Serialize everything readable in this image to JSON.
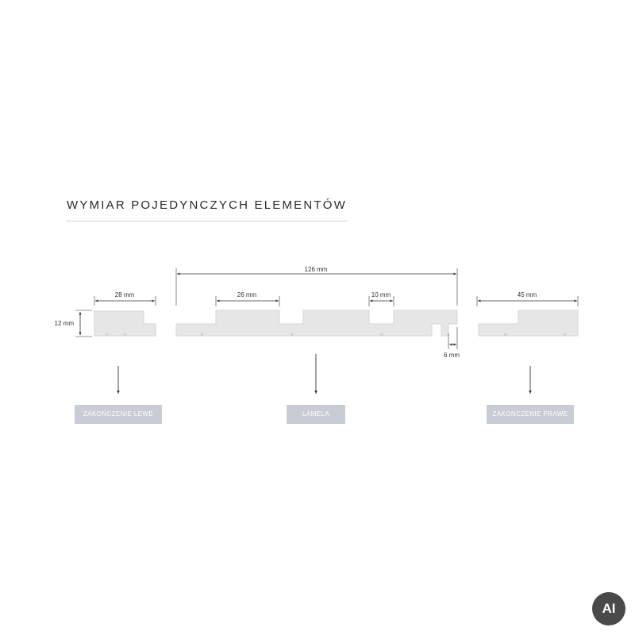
{
  "title": "WYMIAR POJEDYNCZYCH ELEMENTÓW",
  "dimensions": {
    "height_left": "12 mm",
    "left_end_width": "28 mm",
    "lamela_total": "126 mm",
    "lamela_rib": "26 mm",
    "lamela_groove": "10 mm",
    "lamela_tongue": "6 mm",
    "right_end_width": "45 mm"
  },
  "labels": {
    "left": "ZAKOŃCZENIE LEWE",
    "center": "LAMELA",
    "right": "ZAKOŃCZENIE PRAWE"
  },
  "colors": {
    "profile_fill": "#e6e6e6",
    "profile_stroke": "#d6d6d6",
    "label_bg": "#c8ccd4",
    "dim_line": "#333333"
  },
  "badge": "AI"
}
